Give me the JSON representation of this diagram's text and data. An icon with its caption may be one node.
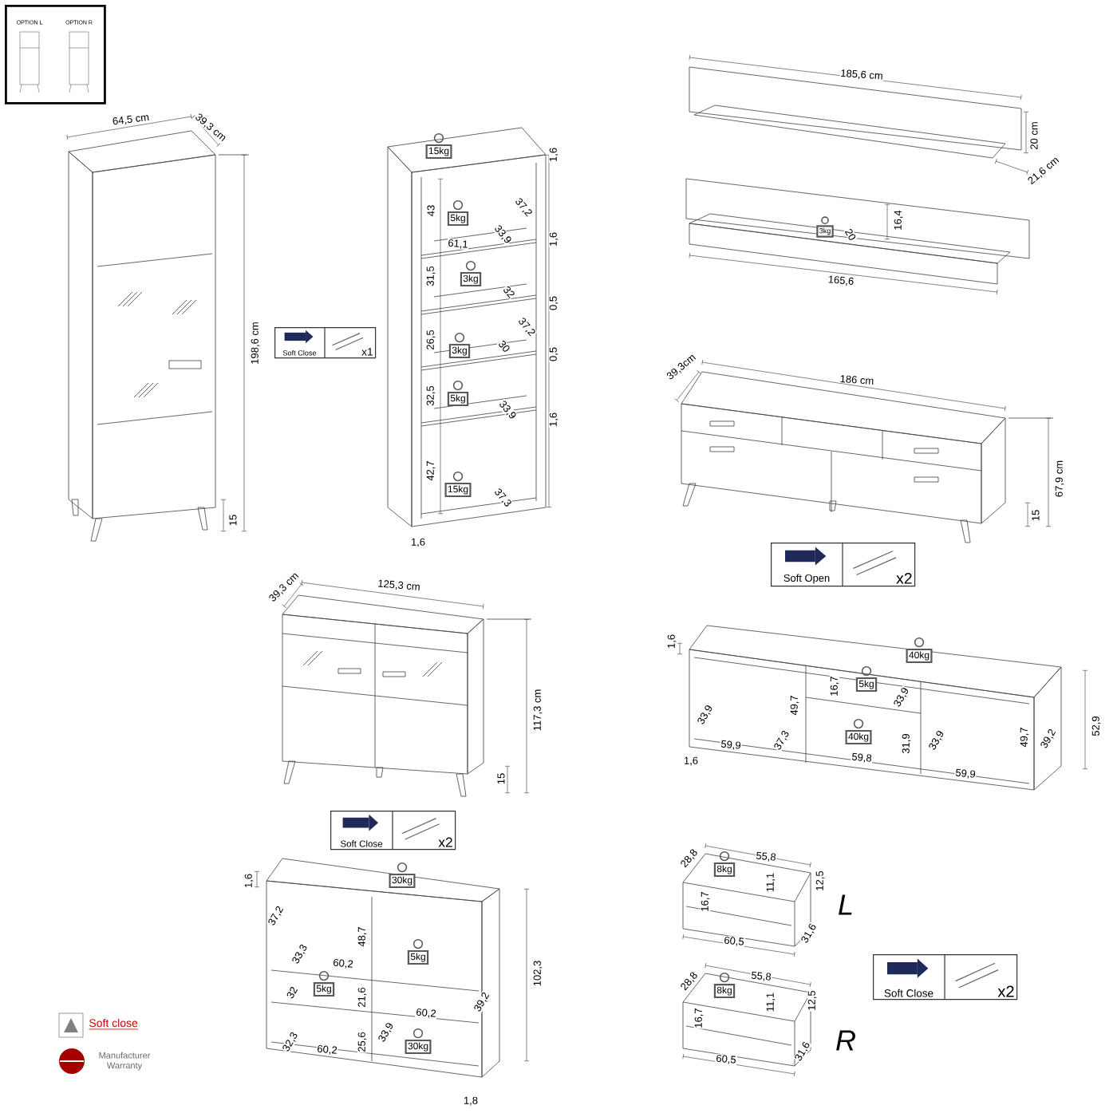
{
  "diagram": {
    "nodes": [
      {
        "text": [
          "OPTION L",
          "OPTION R"
        ]
      },
      {
        "text": [
          "Soft Close",
          "x1"
        ]
      },
      {
        "text": [
          "15kg"
        ]
      },
      {
        "text": [
          "5kg"
        ]
      },
      {
        "text": [
          "3kg"
        ]
      },
      {
        "text": [
          "3kg"
        ]
      },
      {
        "text": [
          "5kg"
        ]
      },
      {
        "text": [
          "15kg"
        ]
      },
      {
        "text": [
          "3kg"
        ]
      },
      {
        "text": [
          "Soft Open",
          "x2"
        ]
      },
      {
        "text": [
          "40kg"
        ]
      },
      {
        "text": [
          "5kg"
        ]
      },
      {
        "text": [
          "40kg"
        ]
      },
      {
        "text": [
          "Soft Close",
          "x2"
        ]
      },
      {
        "text": [
          "30kg"
        ]
      },
      {
        "text": [
          "5kg"
        ]
      },
      {
        "text": [
          "5kg"
        ]
      },
      {
        "text": [
          "30kg"
        ]
      },
      {
        "text": [
          "8kg"
        ]
      },
      {
        "text": [
          "8kg"
        ]
      },
      {
        "text": [
          "Soft Close",
          "x2"
        ]
      }
    ],
    "labels": [
      "64,5 cm",
      "39,3 cm",
      "198,6 cm",
      "15",
      "1,6",
      "43",
      "37,2",
      "33,9",
      "61,1",
      "1,6",
      "31,5",
      "32",
      "0,5",
      "37,2",
      "26,5",
      "30",
      "0,5",
      "32,5",
      "33,9",
      "1,6",
      "42,7",
      "37,3",
      "1,6",
      "185,6 cm",
      "20 cm",
      "21,6 cm",
      "16,4",
      "20",
      "165,6",
      "39,3cm",
      "186 cm",
      "67,9 cm",
      "15",
      "1,6",
      "33,9",
      "49,7",
      "16,7",
      "33,9",
      "59,9",
      "37,3",
      "1,6",
      "59,8",
      "31,9",
      "33,9",
      "59,9",
      "49,7",
      "39,2",
      "52,9",
      "39,3 cm",
      "125,3 cm",
      "117,3 cm",
      "15",
      "1,6",
      "37,2",
      "48,7",
      "33,3",
      "60,2",
      "21,6",
      "32",
      "39,2",
      "60,2",
      "33,9",
      "32,3",
      "60,2",
      "25,6",
      "102,3",
      "1,8",
      "28,8",
      "55,8",
      "11,1",
      "12,5",
      "16,7",
      "60,5",
      "31,6",
      "L",
      "28,8",
      "55,8",
      "11,1",
      "12,5",
      "16,7",
      "60,5",
      "31,6",
      "R",
      "Soft close",
      "Manufacturer Warranty"
    ]
  }
}
